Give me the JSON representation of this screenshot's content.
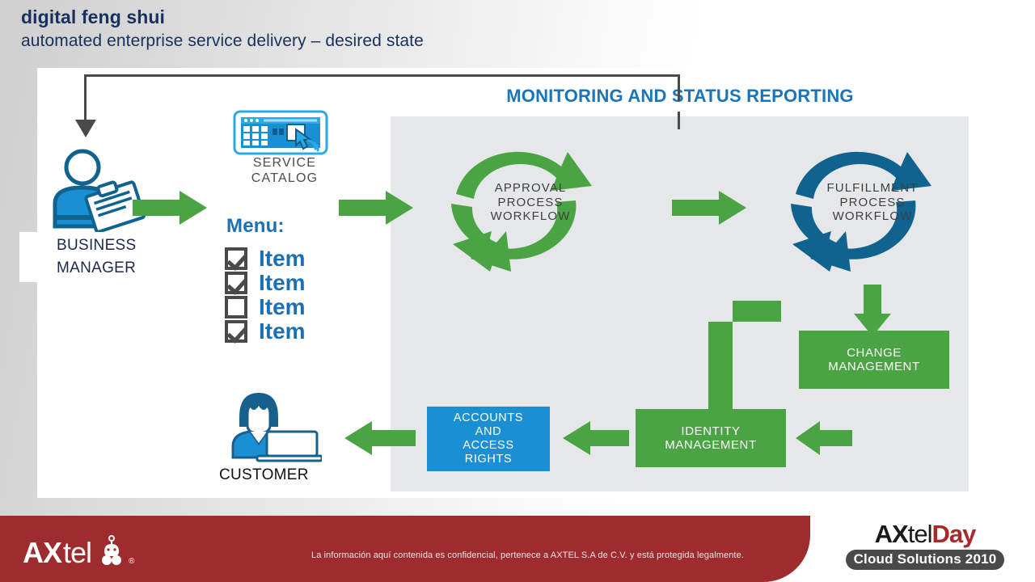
{
  "slide": {
    "title_line1": "digital feng shui",
    "title_line2": "automated enterprise service delivery – desired state"
  },
  "diagram": {
    "monitoring_header": "MONITORING AND STATUS REPORTING",
    "roles": {
      "business_manager": "BUSINESS\nMANAGER",
      "customer": "CUSTOMER"
    },
    "service_catalog": {
      "label": "SERVICE\nCATALOG",
      "menu_title": "Menu:",
      "items": [
        {
          "label": "Item",
          "checked": true
        },
        {
          "label": "Item",
          "checked": true
        },
        {
          "label": "Item",
          "checked": false
        },
        {
          "label": "Item",
          "checked": true
        }
      ]
    },
    "workflows": [
      {
        "name": "approval-process-workflow",
        "label": "APPROVAL\nPROCESS\nWORKFLOW",
        "color": "#4ba443"
      },
      {
        "name": "fulfillment-process-workflow",
        "label": "FULFILLMENT\nPROCESS\nWORKFLOW",
        "color": "#10638f"
      }
    ],
    "boxes": [
      {
        "name": "change-management",
        "label": "CHANGE\nMANAGEMENT",
        "color": "#4ba443"
      },
      {
        "name": "identity-management",
        "label": "IDENTITY\nMANAGEMENT",
        "color": "#4ba443"
      },
      {
        "name": "accounts-and-access-rights",
        "label": "ACCOUNTS\nAND\nACCESS\nRIGHTS",
        "color": "#1b8fd4"
      }
    ],
    "colors": {
      "green": "#4ba443",
      "blue": "#1b8fd4",
      "dark_blue": "#10638f",
      "panel_gray": "#e6e7e8",
      "heading_blue": "#1b75bb",
      "title_navy": "#17315e"
    }
  },
  "footer": {
    "brand_ax": "AX",
    "brand_tel": "tel",
    "brand_reg": "®",
    "disclaimer": "La información aquí contenida es confidencial, pertenece a AXTEL S.A de C.V. y está protegida legalmente.",
    "event_logo": {
      "ax": "AX",
      "tel": "tel",
      "day": "Day",
      "subtitle": "Cloud Solutions 2010"
    },
    "colors": {
      "band": "#9e2b2e",
      "day_red": "#a82a2a"
    }
  }
}
